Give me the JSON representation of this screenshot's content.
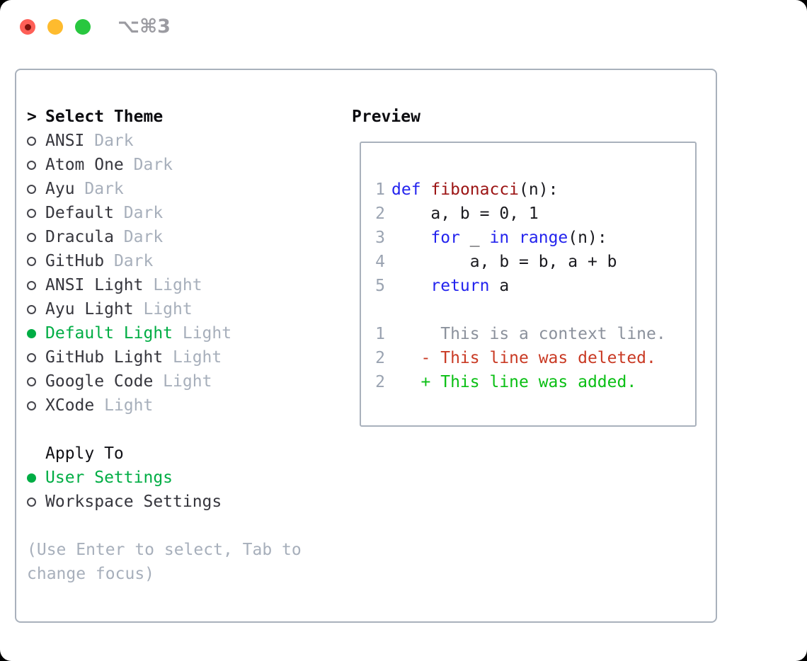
{
  "window": {
    "title": "⌥⌘3",
    "traffic_light_colors": {
      "close": "#fe5f57",
      "minimize": "#febb2e",
      "maximize": "#28c73f"
    }
  },
  "theme_picker": {
    "header_prefix": ">",
    "header": "Select Theme",
    "items": [
      {
        "name": "ANSI",
        "variant": "Dark",
        "selected": false
      },
      {
        "name": "Atom One",
        "variant": "Dark",
        "selected": false
      },
      {
        "name": "Ayu",
        "variant": "Dark",
        "selected": false
      },
      {
        "name": "Default",
        "variant": "Dark",
        "selected": false
      },
      {
        "name": "Dracula",
        "variant": "Dark",
        "selected": false
      },
      {
        "name": "GitHub",
        "variant": "Dark",
        "selected": false
      },
      {
        "name": "ANSI Light",
        "variant": "Light",
        "selected": false
      },
      {
        "name": "Ayu Light",
        "variant": "Light",
        "selected": false
      },
      {
        "name": "Default Light",
        "variant": "Light",
        "selected": true
      },
      {
        "name": "GitHub Light",
        "variant": "Light",
        "selected": false
      },
      {
        "name": "Google Code",
        "variant": "Light",
        "selected": false
      },
      {
        "name": "XCode",
        "variant": "Light",
        "selected": false
      }
    ],
    "apply_to": {
      "label": "Apply To",
      "options": [
        {
          "label": "User Settings",
          "selected": true
        },
        {
          "label": "Workspace Settings",
          "selected": false
        }
      ]
    },
    "hint_lines": [
      "(Use Enter to select, Tab to",
      "change focus)"
    ]
  },
  "preview": {
    "title": "Preview",
    "code_lines": [
      {
        "num": "1",
        "tokens": [
          {
            "t": "kw",
            "s": "def"
          },
          {
            "t": "pl",
            "s": " "
          },
          {
            "t": "fn",
            "s": "fibonacci"
          },
          {
            "t": "pl",
            "s": "(n):"
          }
        ]
      },
      {
        "num": "2",
        "tokens": [
          {
            "t": "pl",
            "s": "    a, b = 0, 1"
          }
        ]
      },
      {
        "num": "3",
        "tokens": [
          {
            "t": "pl",
            "s": "    "
          },
          {
            "t": "kw",
            "s": "for"
          },
          {
            "t": "pl",
            "s": " _ "
          },
          {
            "t": "kw",
            "s": "in"
          },
          {
            "t": "pl",
            "s": " "
          },
          {
            "t": "kw",
            "s": "range"
          },
          {
            "t": "pl",
            "s": "(n):"
          }
        ]
      },
      {
        "num": "4",
        "tokens": [
          {
            "t": "pl",
            "s": "        a, b = b, a + b"
          }
        ]
      },
      {
        "num": "5",
        "tokens": [
          {
            "t": "pl",
            "s": "    "
          },
          {
            "t": "kw",
            "s": "return"
          },
          {
            "t": "pl",
            "s": " a"
          }
        ]
      }
    ],
    "diff_lines": [
      {
        "num": "1",
        "kind": "context",
        "content": "     This is a context line."
      },
      {
        "num": "2",
        "kind": "deleted",
        "content": "   - This line was deleted."
      },
      {
        "num": "2",
        "kind": "added",
        "content": "   + This line was added."
      }
    ]
  },
  "colors": {
    "accent_green": "#00ad44",
    "added_green": "#0abf14",
    "deleted_red": "#c93a24",
    "keyword_blue": "#2323ee",
    "function_red": "#9c1414",
    "muted_gray": "#a7afbb",
    "border_gray": "#a9b1bc"
  }
}
